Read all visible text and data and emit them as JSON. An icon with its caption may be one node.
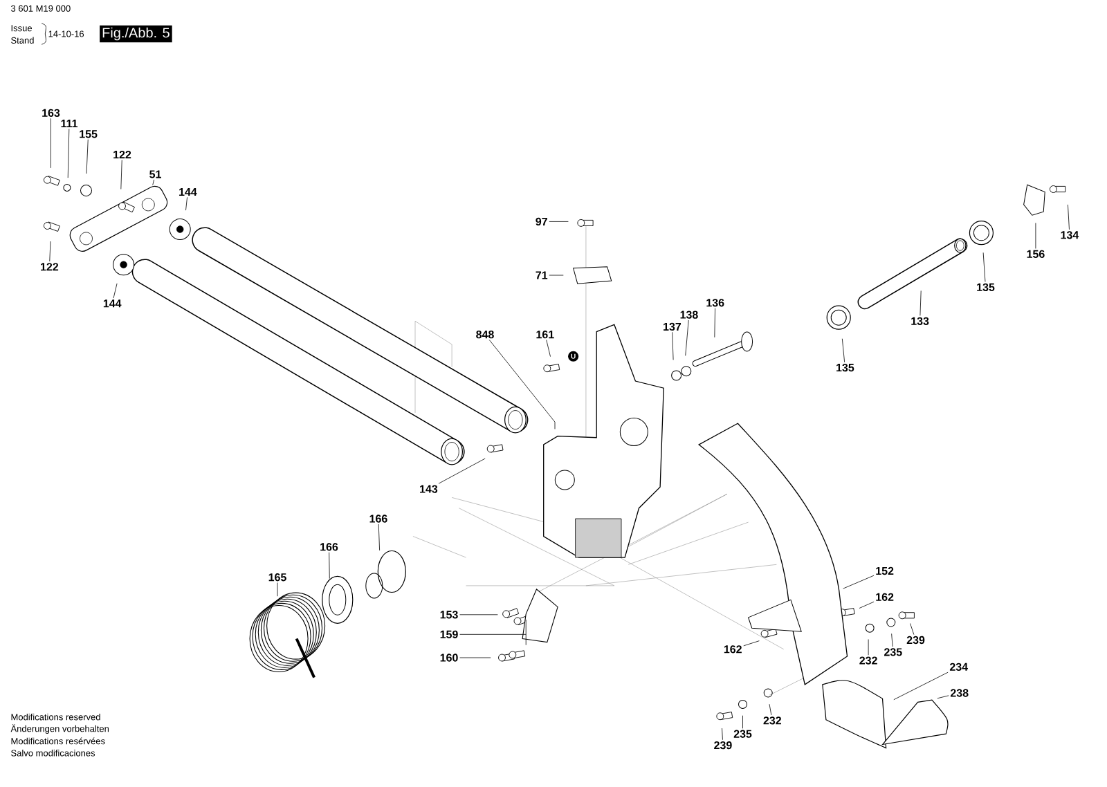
{
  "diagram": {
    "nodes": [
      {
        "text": [
          "163"
        ]
      },
      {
        "text": [
          "111"
        ]
      },
      {
        "text": [
          "155"
        ]
      },
      {
        "text": [
          "122"
        ]
      },
      {
        "text": [
          "51"
        ]
      },
      {
        "text": [
          "144"
        ]
      },
      {
        "text": [
          "134"
        ]
      },
      {
        "text": [
          "97"
        ]
      },
      {
        "text": [
          "156"
        ]
      },
      {
        "text": [
          "122"
        ]
      },
      {
        "text": [
          "71"
        ]
      },
      {
        "text": [
          "135"
        ]
      },
      {
        "text": [
          "144"
        ]
      },
      {
        "text": [
          "136"
        ]
      },
      {
        "text": [
          "137"
        ]
      },
      {
        "text": [
          "138"
        ]
      },
      {
        "text": [
          "133"
        ]
      },
      {
        "text": [
          "848"
        ]
      },
      {
        "text": [
          "161"
        ]
      },
      {
        "text": [
          "135"
        ]
      },
      {
        "text": [
          "143"
        ]
      },
      {
        "text": [
          "166"
        ]
      },
      {
        "text": [
          "166"
        ]
      },
      {
        "text": [
          "152"
        ]
      },
      {
        "text": [
          "165"
        ]
      },
      {
        "text": [
          "162"
        ]
      },
      {
        "text": [
          "153"
        ]
      },
      {
        "text": [
          "159"
        ]
      },
      {
        "text": [
          "239"
        ]
      },
      {
        "text": [
          "235"
        ]
      },
      {
        "text": [
          "162"
        ]
      },
      {
        "text": [
          "232"
        ]
      },
      {
        "text": [
          "160"
        ]
      },
      {
        "text": [
          "234"
        ]
      },
      {
        "text": [
          "238"
        ]
      },
      {
        "text": [
          "232"
        ]
      },
      {
        "text": [
          "235"
        ]
      },
      {
        "text": [
          "239"
        ]
      }
    ],
    "edges": [
      {
        "from": 0,
        "to": null,
        "arrow": "none"
      },
      {
        "from": 1,
        "to": null,
        "arrow": "none"
      },
      {
        "from": 2,
        "to": null,
        "arrow": "none"
      },
      {
        "from": 3,
        "to": null,
        "arrow": "none"
      },
      {
        "from": 4,
        "to": null,
        "arrow": "none"
      },
      {
        "from": 5,
        "to": null,
        "arrow": "none"
      },
      {
        "from": 6,
        "to": null,
        "arrow": "none"
      },
      {
        "from": 7,
        "to": null,
        "arrow": "none"
      },
      {
        "from": 8,
        "to": null,
        "arrow": "none"
      },
      {
        "from": 9,
        "to": null,
        "arrow": "none"
      },
      {
        "from": 10,
        "to": null,
        "arrow": "none"
      },
      {
        "from": 11,
        "to": null,
        "arrow": "none"
      },
      {
        "from": 12,
        "to": null,
        "arrow": "none"
      },
      {
        "from": 13,
        "to": null,
        "arrow": "none"
      },
      {
        "from": 14,
        "to": null,
        "arrow": "none"
      },
      {
        "from": 15,
        "to": null,
        "arrow": "none"
      },
      {
        "from": 16,
        "to": null,
        "arrow": "none"
      },
      {
        "from": 17,
        "to": null,
        "arrow": "none"
      },
      {
        "from": 18,
        "to": null,
        "arrow": "none"
      },
      {
        "from": 19,
        "to": null,
        "arrow": "none"
      },
      {
        "from": 20,
        "to": null,
        "arrow": "none"
      },
      {
        "from": 21,
        "to": null,
        "arrow": "none"
      },
      {
        "from": 22,
        "to": null,
        "arrow": "none"
      },
      {
        "from": 23,
        "to": null,
        "arrow": "none"
      },
      {
        "from": 24,
        "to": null,
        "arrow": "none"
      },
      {
        "from": 25,
        "to": null,
        "arrow": "none"
      },
      {
        "from": 26,
        "to": null,
        "arrow": "none"
      },
      {
        "from": 27,
        "to": null,
        "arrow": "none"
      },
      {
        "from": 28,
        "to": null,
        "arrow": "none"
      },
      {
        "from": 29,
        "to": null,
        "arrow": "none"
      },
      {
        "from": 30,
        "to": null,
        "arrow": "none"
      },
      {
        "from": 31,
        "to": null,
        "arrow": "none"
      },
      {
        "from": 32,
        "to": null,
        "arrow": "none"
      },
      {
        "from": 33,
        "to": null,
        "arrow": "none"
      },
      {
        "from": 34,
        "to": null,
        "arrow": "none"
      },
      {
        "from": 35,
        "to": null,
        "arrow": "none"
      },
      {
        "from": 36,
        "to": null,
        "arrow": "none"
      },
      {
        "from": 37,
        "to": null,
        "arrow": "none"
      }
    ],
    "labels": [
      "3 601 M19 000",
      "Issue",
      "Stand",
      "14-10-16",
      "Fig./Abb. 5",
      "U",
      "Modifications reserved",
      "Änderungen vorbehalten",
      "Modifications resérvées",
      "Salvo modificaciones"
    ]
  }
}
